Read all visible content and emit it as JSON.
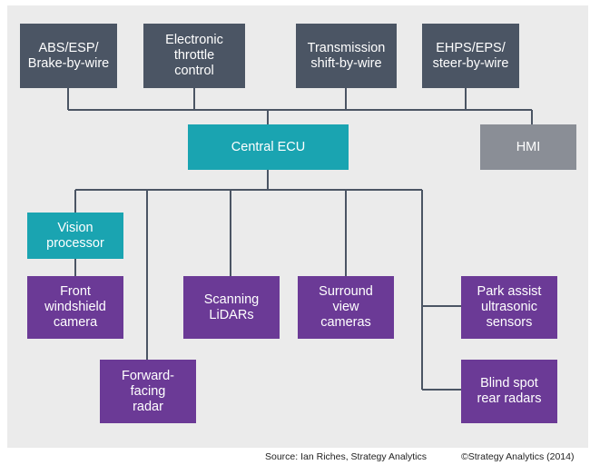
{
  "diagram": {
    "nodes": {
      "abs": "ABS/ESP/\nBrake-by-wire",
      "throttle": "Electronic\nthrottle\ncontrol",
      "transmission": "Transmission\nshift-by-wire",
      "steer": "EHPS/EPS/\nsteer-by-wire",
      "central_ecu": "Central ECU",
      "hmi": "HMI",
      "vision": "Vision\nprocessor",
      "front_camera": "Front\nwindshield\ncamera",
      "forward_radar": "Forward-\nfacing\nradar",
      "lidars": "Scanning\nLiDARs",
      "surround": "Surround\nview\ncameras",
      "park": "Park assist\nultrasonic\nsensors",
      "blind": "Blind spot\nrear radars"
    },
    "colors": {
      "actuator": "#4b5564",
      "ecu": "#1aa4b1",
      "hmi": "#8a8e96",
      "sensor": "#6b3a96",
      "line": "#4b5564",
      "background": "#ebebeb"
    }
  },
  "footer": {
    "source": "Source: Ian Riches, Strategy Analytics",
    "copyright": "©Strategy Analytics (2014)"
  }
}
